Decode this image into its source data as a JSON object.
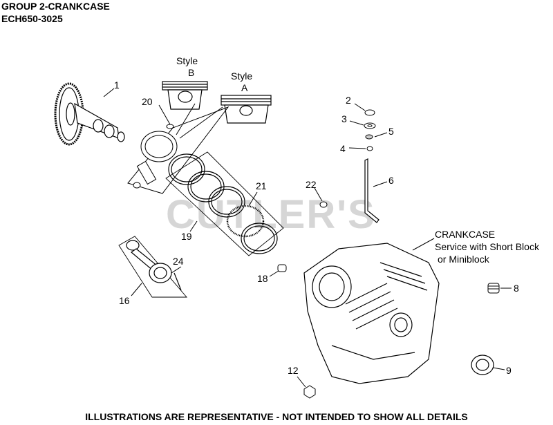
{
  "header": {
    "group": "GROUP 2-CRANKCASE",
    "model": "ECH650-3025"
  },
  "watermark": "CUTLER'S",
  "styles": {
    "style_b_line1": "Style",
    "style_b_line2": "B",
    "style_a_line1": "Style",
    "style_a_line2": "A"
  },
  "crankcase": {
    "line1": "CRANKCASE",
    "line2": "Service with Short Block",
    "line3": "or Miniblock"
  },
  "callouts": {
    "c1": "1",
    "c2": "2",
    "c3": "3",
    "c4": "4",
    "c5": "5",
    "c6": "6",
    "c8": "8",
    "c9": "9",
    "c12": "12",
    "c16": "16",
    "c18": "18",
    "c19": "19",
    "c20": "20",
    "c21": "21",
    "c22": "22",
    "c24": "24"
  },
  "footer": "ILLUSTRATIONS ARE REPRESENTATIVE - NOT INTENDED TO SHOW ALL DETAILS"
}
